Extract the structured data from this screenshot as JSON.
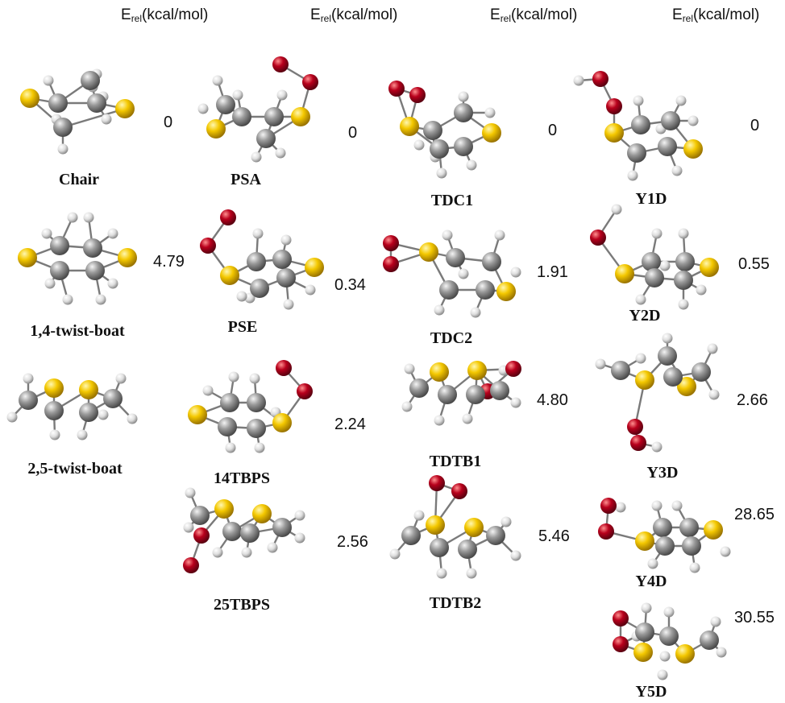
{
  "header": {
    "e_symbol": "E",
    "e_sub": "rel",
    "e_unit": "(kcal/mol)"
  },
  "colors": {
    "sulfur": "#f2c200",
    "carbon": "#8e8e8e",
    "hydrogen": "#dcdcdc",
    "oxygen": "#b3001b",
    "bond": "#7a7a7a"
  },
  "columns": [
    {
      "items": [
        {
          "label": "Chair",
          "energy": "0"
        },
        {
          "label": "1,4-twist-boat",
          "energy": "4.79"
        },
        {
          "label": "2,5-twist-boat",
          "energy": ""
        }
      ]
    },
    {
      "items": [
        {
          "label": "PSA",
          "energy": "0"
        },
        {
          "label": "PSE",
          "energy": "0.34"
        },
        {
          "label": "14TBPS",
          "energy": "2.24"
        },
        {
          "label": "25TBPS",
          "energy": "2.56"
        }
      ]
    },
    {
      "items": [
        {
          "label": "TDC1",
          "energy": "0"
        },
        {
          "label": "TDC2",
          "energy": "1.91"
        },
        {
          "label": "TDTB1",
          "energy": "4.80"
        },
        {
          "label": "TDTB2",
          "energy": "5.46"
        }
      ]
    },
    {
      "items": [
        {
          "label": "Y1D",
          "energy": "0"
        },
        {
          "label": "Y2D",
          "energy": "0.55"
        },
        {
          "label": "Y3D",
          "energy": "2.66"
        },
        {
          "label": "Y4D",
          "energy": "28.65"
        },
        {
          "label": "Y5D",
          "energy": "30.55"
        }
      ]
    }
  ]
}
